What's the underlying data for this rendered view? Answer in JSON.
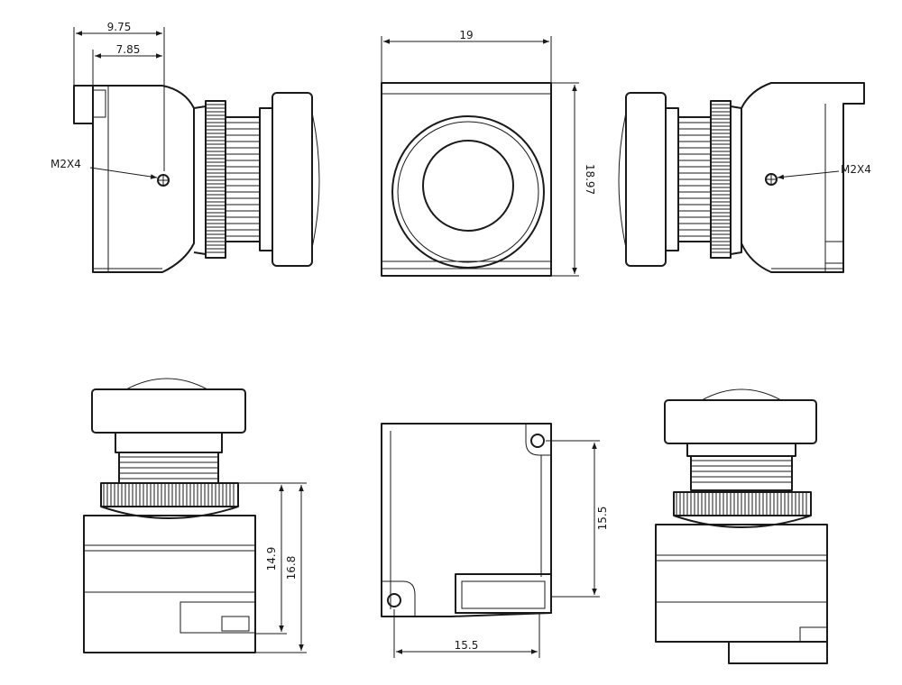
{
  "dimensions": {
    "side_overall_width": "9.75",
    "side_hole_offset": "7.85",
    "front_width": "19",
    "front_height": "18.97",
    "bottom_height_inner": "14.9",
    "bottom_height_outer": "16.8",
    "back_hole_spacing_vertical": "15.5",
    "back_hole_spacing_horizontal": "15.5"
  },
  "callouts": {
    "left_screw": "M2X4",
    "right_screw": "M2X4"
  }
}
